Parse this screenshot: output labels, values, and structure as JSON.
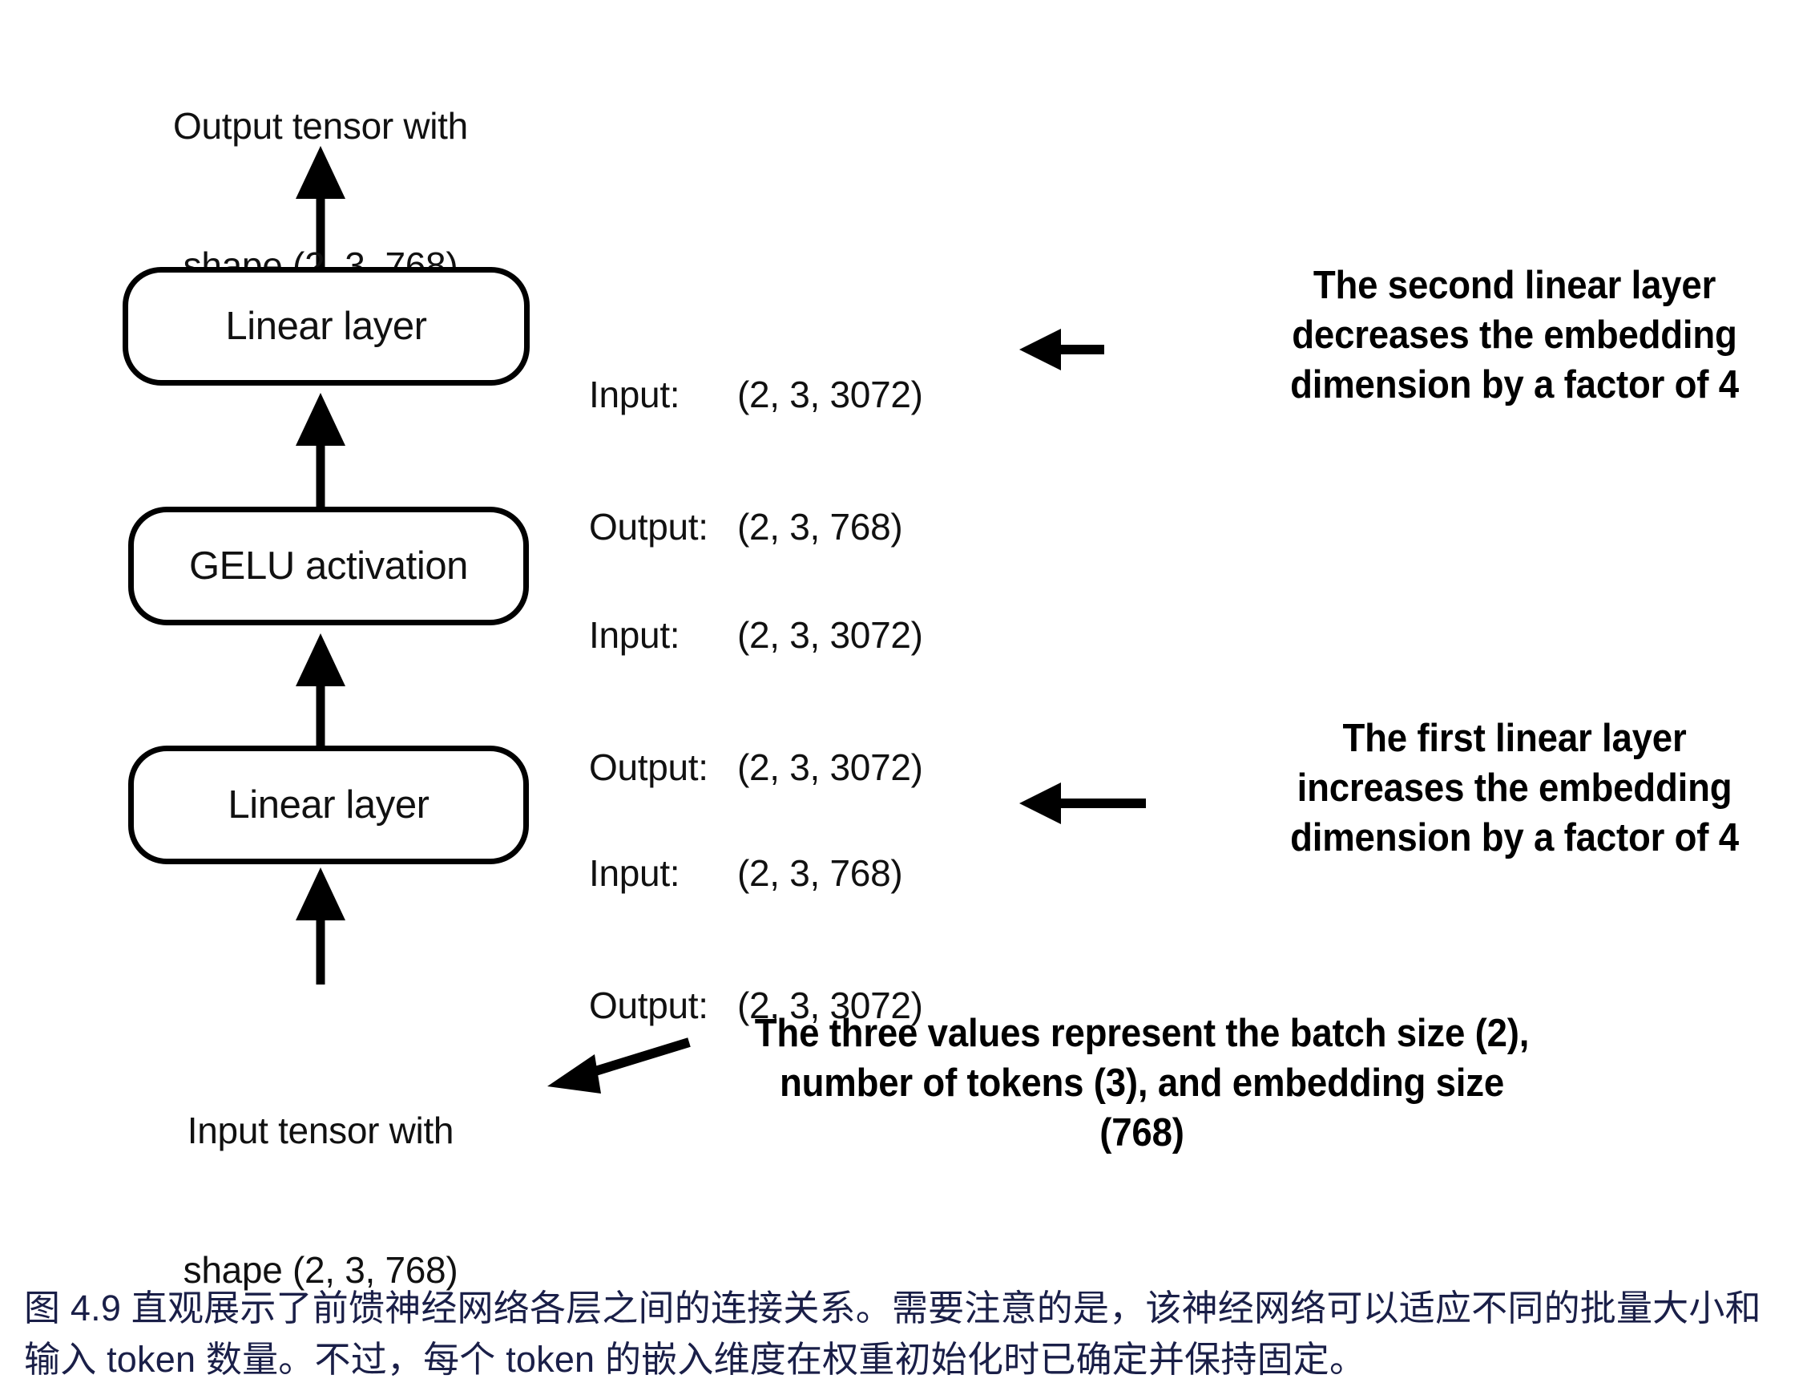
{
  "figure": {
    "top_label": {
      "line1": "Output tensor with",
      "line2": "shape (2, 3, 768)"
    },
    "bottom_label": {
      "line1": "Input tensor with",
      "line2": "shape (2, 3, 768)"
    },
    "nodes": [
      {
        "id": "linear-layer-2",
        "label": "Linear layer"
      },
      {
        "id": "gelu-activation",
        "label": "GELU activation"
      },
      {
        "id": "linear-layer-1",
        "label": "Linear layer"
      }
    ],
    "io_blocks": [
      {
        "id": "io-linear-2",
        "input_key": "Input:",
        "input_value": "(2, 3, 3072)",
        "output_key": "Output:",
        "output_value": "(2, 3, 768)"
      },
      {
        "id": "io-gelu",
        "input_key": "Input:",
        "input_value": "(2, 3, 3072)",
        "output_key": "Output:",
        "output_value": "(2, 3, 3072)"
      },
      {
        "id": "io-linear-1",
        "input_key": "Input:",
        "input_value": "(2, 3, 768)",
        "output_key": "Output:",
        "output_value": "(2, 3, 3072)"
      }
    ],
    "callouts": [
      {
        "id": "callout-second-linear",
        "line1": "The second linear layer",
        "line2": "decreases the embedding",
        "line3": "dimension by a factor of 4"
      },
      {
        "id": "callout-first-linear",
        "line1": "The first linear layer",
        "line2": "increases the embedding",
        "line3": "dimension by a factor of 4"
      },
      {
        "id": "callout-three-values",
        "line1": "The three values represent the batch size (2),",
        "line2": "number of tokens (3), and embedding size",
        "line3": "(768)"
      }
    ],
    "colors": {
      "stroke": "#000000",
      "text": "#111111",
      "caption": "#1a1f48",
      "background": "#ffffff"
    }
  },
  "caption": {
    "line1": "图 4.9 直观展示了前馈神经网络各层之间的连接关系。需要注意的是，该神经网络可以适应不同的批量大小和",
    "line2": "输入 token 数量。不过，每个 token 的嵌入维度在权重初始化时已确定并保持固定。"
  }
}
